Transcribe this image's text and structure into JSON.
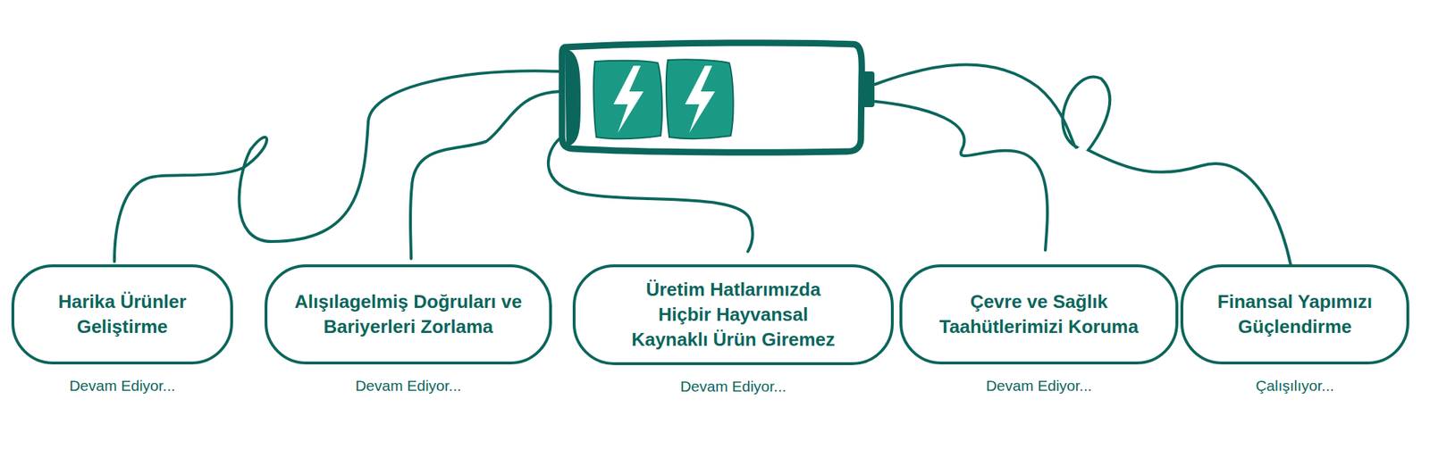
{
  "diagram": {
    "nodes": [
      {
        "text": [
          "Harika Ürünler Geliştirme"
        ]
      },
      {
        "text": [
          "Alışılagelmiş Doğruları ve Bariyerleri Zorlama"
        ]
      },
      {
        "text": [
          "Üretim Hatlarımızda Hiçbir Hayvansal Kaynaklı Ürün Giremez"
        ]
      },
      {
        "text": [
          "Çevre ve Sağlık Taahütlerimizi Koruma"
        ]
      },
      {
        "text": [
          "Finansal Yapımızı Güçlendirme"
        ]
      }
    ],
    "labels": [
      "Devam Ediyor...",
      "Devam Ediyor...",
      "Devam Ediyor...",
      "Devam Ediyor...",
      "Çalışılıyor..."
    ]
  }
}
